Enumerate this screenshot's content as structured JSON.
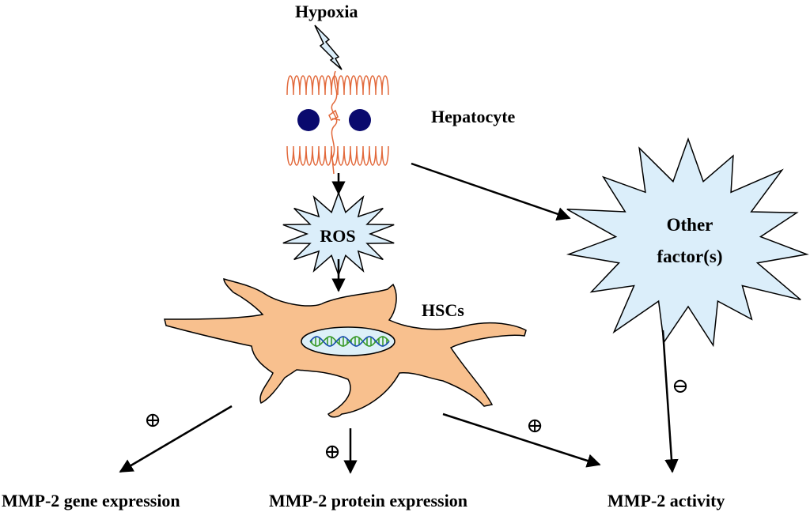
{
  "labels": {
    "hypoxia": "Hypoxia",
    "hepatocyte": "Hepatocyte",
    "ros": "ROS",
    "hscs": "HSCs",
    "other_factors_line1": "Other",
    "other_factors_line2": "factor(s)",
    "gene_expression": "MMP-2 gene expression",
    "protein_expression": "MMP-2 protein expression",
    "activity": "MMP-2 activity"
  },
  "effects": {
    "gene_expression_sign": "⊕",
    "protein_expression_sign": "⊕",
    "activity_positive_sign": "⊕",
    "activity_negative_sign": "⊖"
  },
  "colors": {
    "membrane": "#e2693b",
    "nucleus": "#0a0a6e",
    "starburst_fill": "#dbeefa",
    "hsc_fill": "#f8c08e",
    "hsc_nucleus_fill": "#ddf0f8",
    "dna_green": "#3a9a2a",
    "dna_blue": "#1a4fb0",
    "lightning_fill": "#dbeefa"
  }
}
